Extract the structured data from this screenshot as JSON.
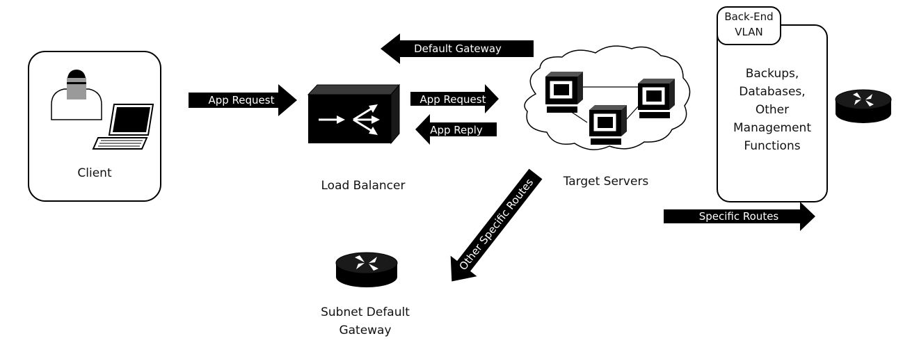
{
  "client": {
    "label": "Client"
  },
  "load_balancer": {
    "label": "Load Balancer"
  },
  "target_servers": {
    "label": "Target Servers"
  },
  "subnet_gateway": {
    "label_line1": "Subnet Default",
    "label_line2": "Gateway"
  },
  "backend": {
    "tab_line1": "Back-End",
    "tab_line2": "VLAN",
    "items": [
      "Backups,",
      "Databases,",
      "Other",
      "Management",
      "Functions"
    ]
  },
  "arrows": {
    "app_request_1": "App Request",
    "app_request_2": "App Request",
    "app_reply": "App Reply",
    "default_gateway": "Default Gateway",
    "other_specific_routes": "Other Specific Routes",
    "specific_routes": "Specific Routes"
  },
  "colors": {
    "ink": "#000000",
    "paper": "#ffffff",
    "head_gray": "#9a9a9a"
  }
}
